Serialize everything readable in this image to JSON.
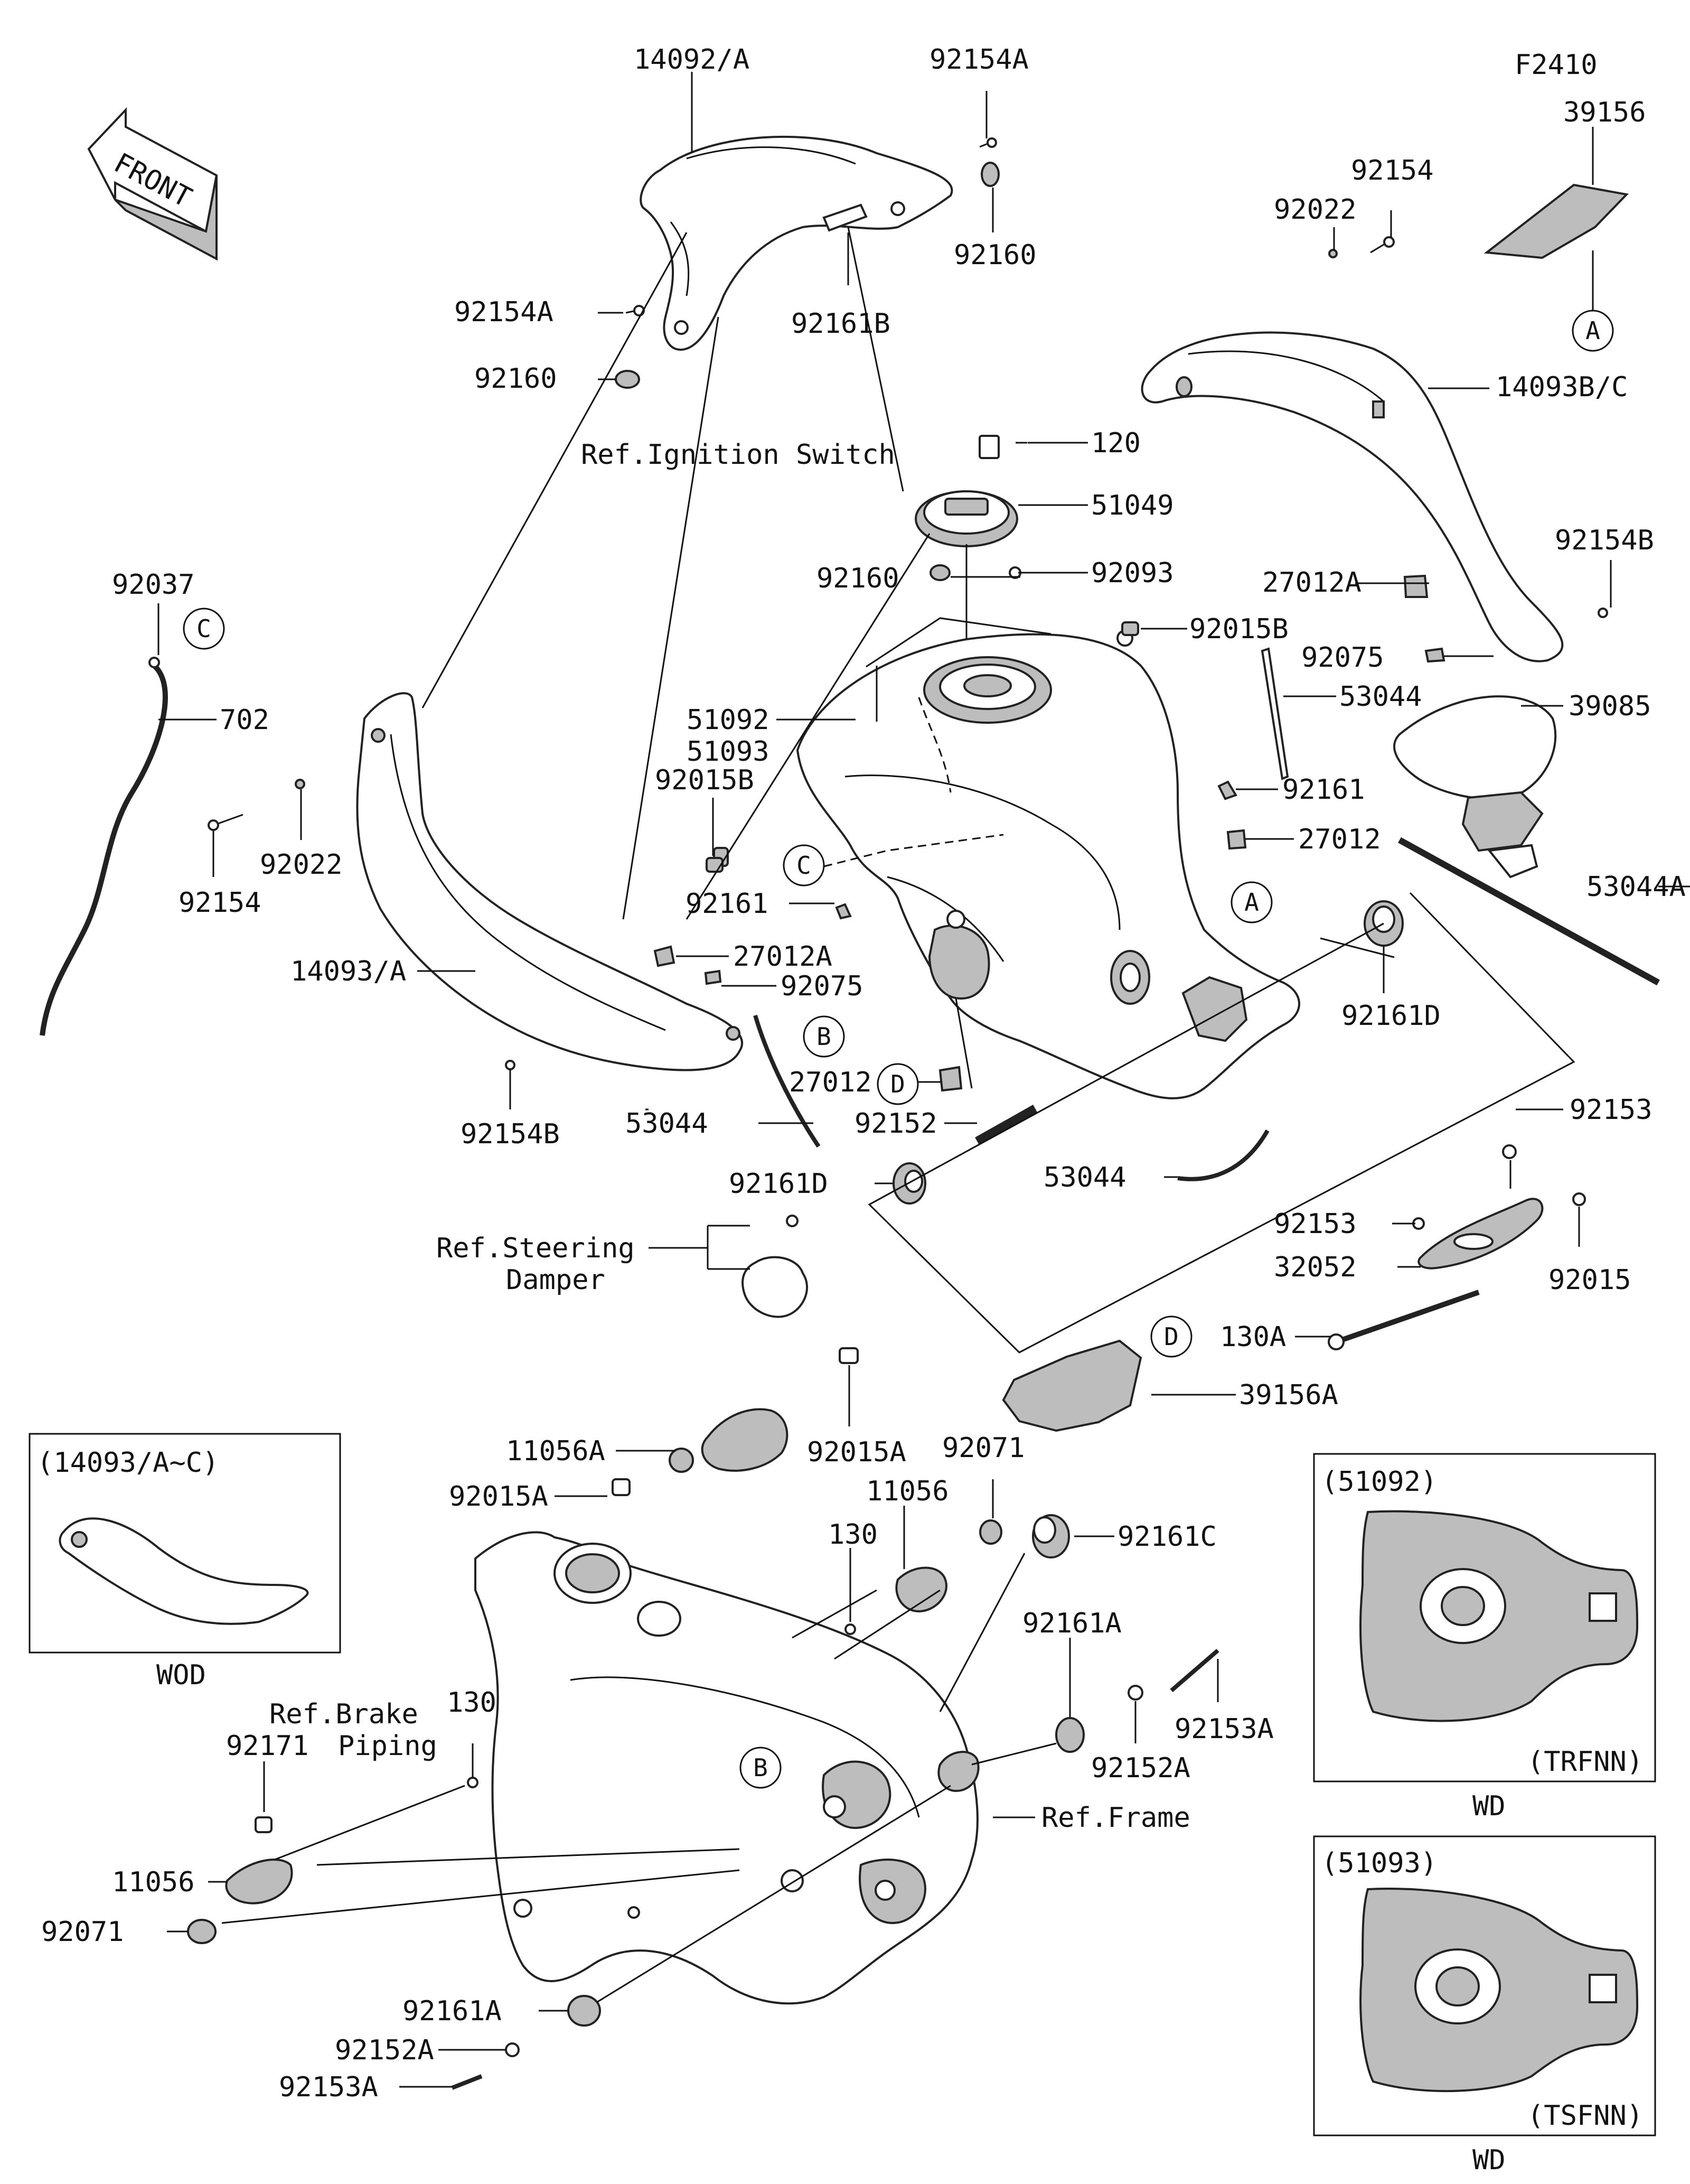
{
  "diagram_code": "F2410",
  "front_label": "FRONT",
  "parts": {
    "p14092A": "14092/A",
    "p92154A_top": "92154A",
    "p92160_top": "92160",
    "p92161B": "92161B",
    "p92154A_left": "92154A",
    "p92160_left": "92160",
    "p39156": "39156",
    "p92154_right": "92154",
    "p92022_right": "92022",
    "p14093BC": "14093B/C",
    "p120": "120",
    "p51049": "51049",
    "p92160_mid": "92160",
    "p92093": "92093",
    "p27012A_right": "27012A",
    "p92154B_right": "92154B",
    "p92015B_top": "92015B",
    "p92075_right": "92075",
    "p53044_right": "53044",
    "p39085": "39085",
    "p92037": "92037",
    "p702": "702",
    "p51092": "51092",
    "p51093": "51093",
    "p92015B_mid": "92015B",
    "p92161_right": "92161",
    "p27012_right": "27012",
    "p53044A": "53044A",
    "p92154_left": "92154",
    "p92022_left": "92022",
    "p92161_mid": "92161",
    "p92161D_right": "92161D",
    "p14093A": "14093/A",
    "p27012A_left": "27012A",
    "p92075_left": "92075",
    "p27012_mid": "27012",
    "p92154B_left": "92154B",
    "p53044_left": "53044",
    "p92152": "92152",
    "p92153_top": "92153",
    "p53044_mid": "53044",
    "p92161D_left": "92161D",
    "p92153_mid": "92153",
    "p32052": "32052",
    "p92015": "92015",
    "p130A": "130A",
    "p39156A": "39156A",
    "p11056A": "11056A",
    "p92015A_right": "92015A",
    "p92071_top": "92071",
    "p92015A_left": "92015A",
    "p11056_top": "11056",
    "p130_top": "130",
    "p92161C": "92161C",
    "p92161A_right": "92161A",
    "p92153A_right": "92153A",
    "p92152A_right": "92152A",
    "p92171": "92171",
    "p130_left": "130",
    "p11056_left": "11056",
    "p92071_left": "92071",
    "p92161A_bottom": "92161A",
    "p92152A_bottom": "92152A",
    "p92153A_bottom": "92153A"
  },
  "references": {
    "ignition": "Ref.Ignition Switch",
    "steering_1": "Ref.Steering",
    "steering_2": "Damper",
    "brake_1": "Ref.Brake",
    "brake_2": "Piping",
    "frame": "Ref.Frame"
  },
  "callouts": {
    "A": "A",
    "B": "B",
    "C": "C",
    "D": "D"
  },
  "insets": {
    "wod": {
      "title": "(14093/A~C)",
      "caption": "WOD"
    },
    "tank51092": {
      "title": "(51092)",
      "model": "(TRFNN)",
      "caption": "WD"
    },
    "tank51093": {
      "title": "(51093)",
      "model": "(TSFNN)",
      "caption": "WD"
    }
  }
}
